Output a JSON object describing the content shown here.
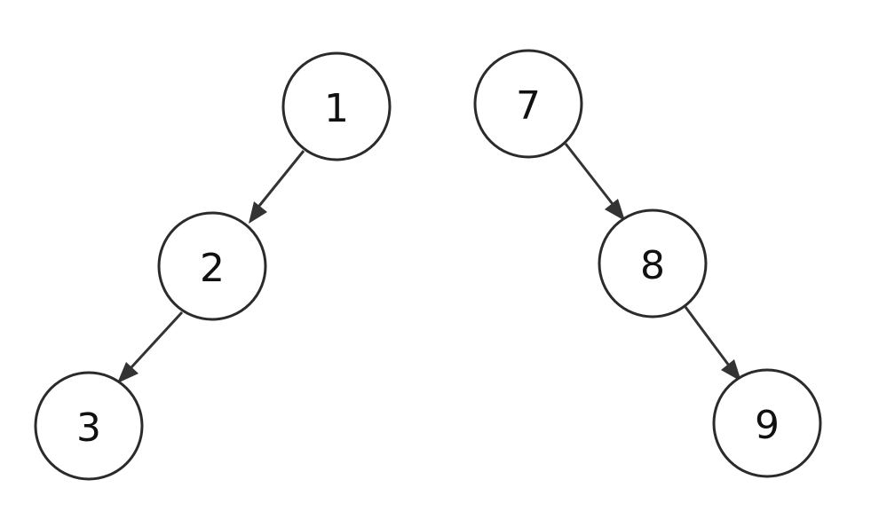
{
  "diagram": {
    "nodes": [
      {
        "id": "n1",
        "label": "1"
      },
      {
        "id": "n2",
        "label": "2"
      },
      {
        "id": "n3",
        "label": "3"
      },
      {
        "id": "n7",
        "label": "7"
      },
      {
        "id": "n8",
        "label": "8"
      },
      {
        "id": "n9",
        "label": "9"
      }
    ],
    "edges": [
      {
        "from": "n1",
        "to": "n2"
      },
      {
        "from": "n2",
        "to": "n3"
      },
      {
        "from": "n7",
        "to": "n8"
      },
      {
        "from": "n8",
        "to": "n9"
      }
    ],
    "colors": {
      "stroke": "#2b2b2b",
      "edge": "#333333",
      "background": "#ffffff"
    }
  }
}
